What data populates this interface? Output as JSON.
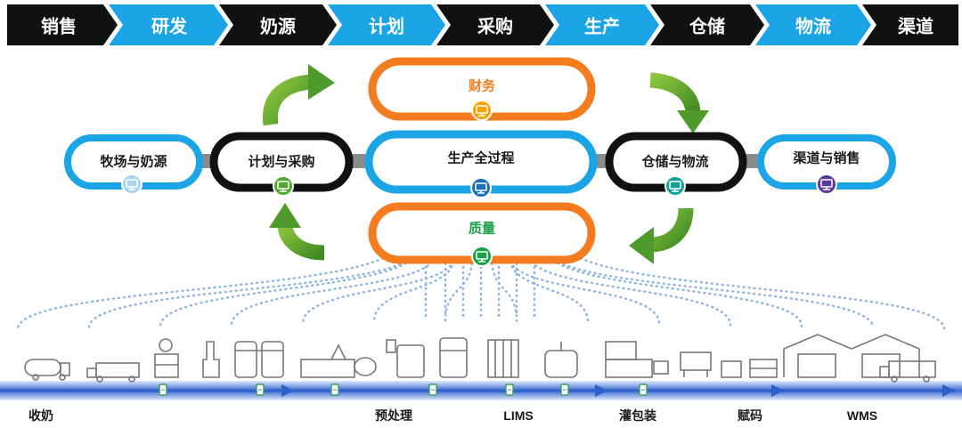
{
  "process_steps": [
    {
      "label": "销售",
      "style": "dark"
    },
    {
      "label": "研发",
      "style": "light"
    },
    {
      "label": "奶源",
      "style": "dark"
    },
    {
      "label": "计划",
      "style": "light"
    },
    {
      "label": "采购",
      "style": "dark"
    },
    {
      "label": "生产",
      "style": "light"
    },
    {
      "label": "仓储",
      "style": "dark"
    },
    {
      "label": "物流",
      "style": "light"
    },
    {
      "label": "渠道",
      "style": "dark"
    }
  ],
  "rings": {
    "finance": {
      "label": "财务",
      "color": "#f47c1e",
      "text_color": "#f47c1e",
      "icon_color": "#f4a300"
    },
    "ranch": {
      "label": "牧场与奶源",
      "color": "#1ba4e6",
      "icon_color": "#a9d6ef"
    },
    "planning": {
      "label": "计划与采购",
      "color": "#111111",
      "icon_color": "#52a82f"
    },
    "production": {
      "label": "生产全过程",
      "color": "#1ba4e6",
      "icon_color": "#1e6fb8"
    },
    "warehouse": {
      "label": "仓储与物流",
      "color": "#111111",
      "icon_color": "#11a39a"
    },
    "channel": {
      "label": "渠道与销售",
      "color": "#1ba4e6",
      "icon_color": "#5b3b9b"
    },
    "quality": {
      "label": "质量",
      "color": "#f47c1e",
      "text_color": "#17a34a",
      "icon_color": "#17a34a"
    }
  },
  "production_line_labels": [
    "收奶",
    "预处理",
    "LIMS",
    "灌包装",
    "赋码",
    "WMS"
  ],
  "colors": {
    "step_dark": "#111111",
    "step_light": "#1ba4e6",
    "connector": "#8c8c8c",
    "flow_arrow": "#4e9a2a",
    "dots": "#8cb4e0",
    "conveyor": "#2f5fc8",
    "equipment": "#777777"
  }
}
